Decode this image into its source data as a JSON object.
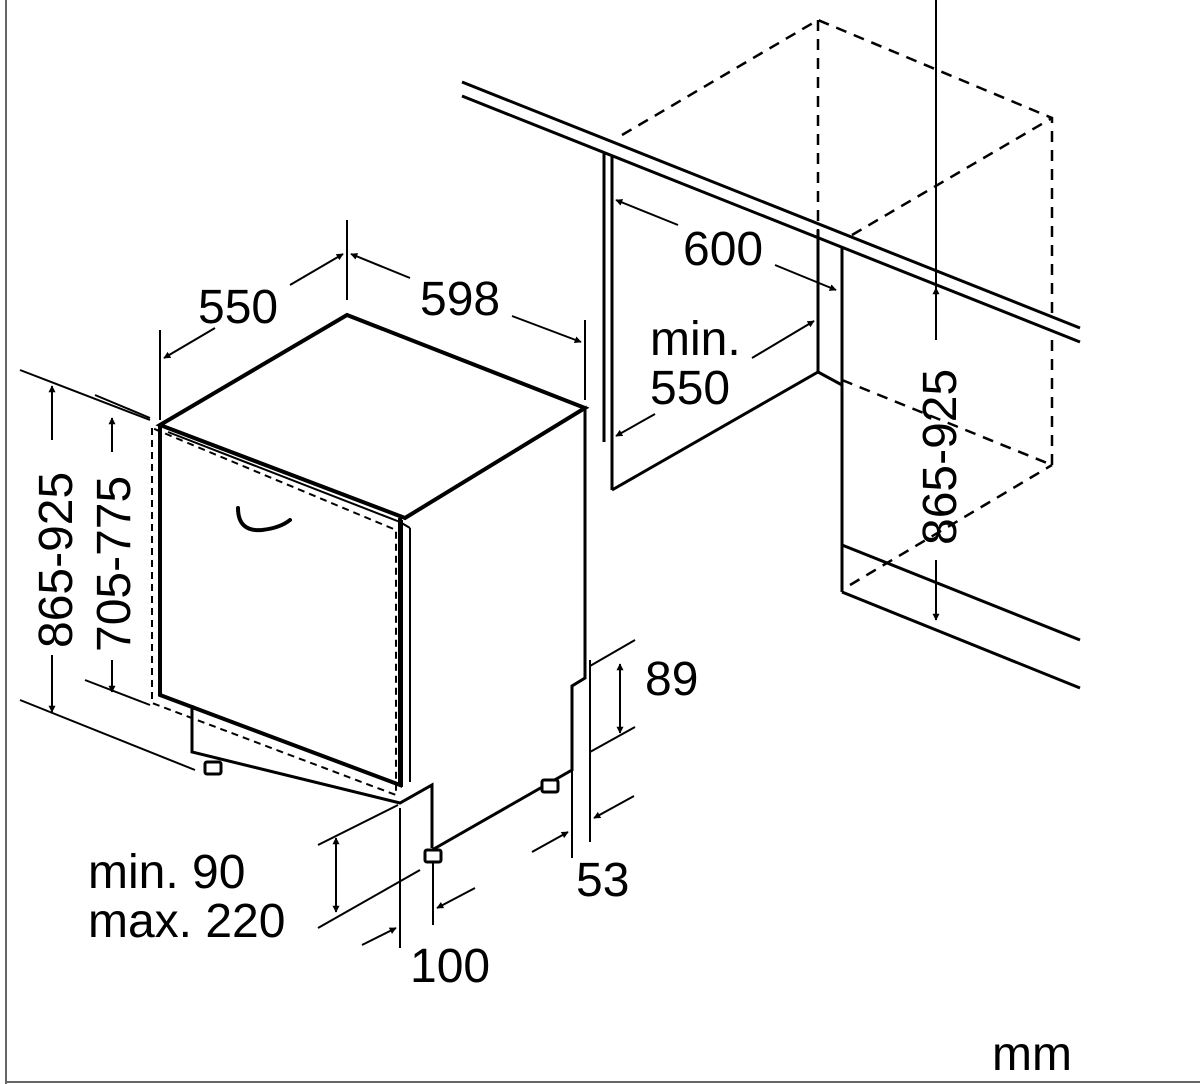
{
  "diagram": {
    "units": "mm",
    "appliance": {
      "depth": "550",
      "width": "598",
      "height_total": "865-925",
      "height_door": "705-775",
      "plinth_height": "89",
      "plinth_recess": "53",
      "foot_recess": "100",
      "toe_kick_min": "min. 90",
      "toe_kick_max": "max. 220"
    },
    "niche": {
      "width": "600",
      "depth_label": "min.",
      "depth_value": "550",
      "height": "865-925"
    }
  }
}
